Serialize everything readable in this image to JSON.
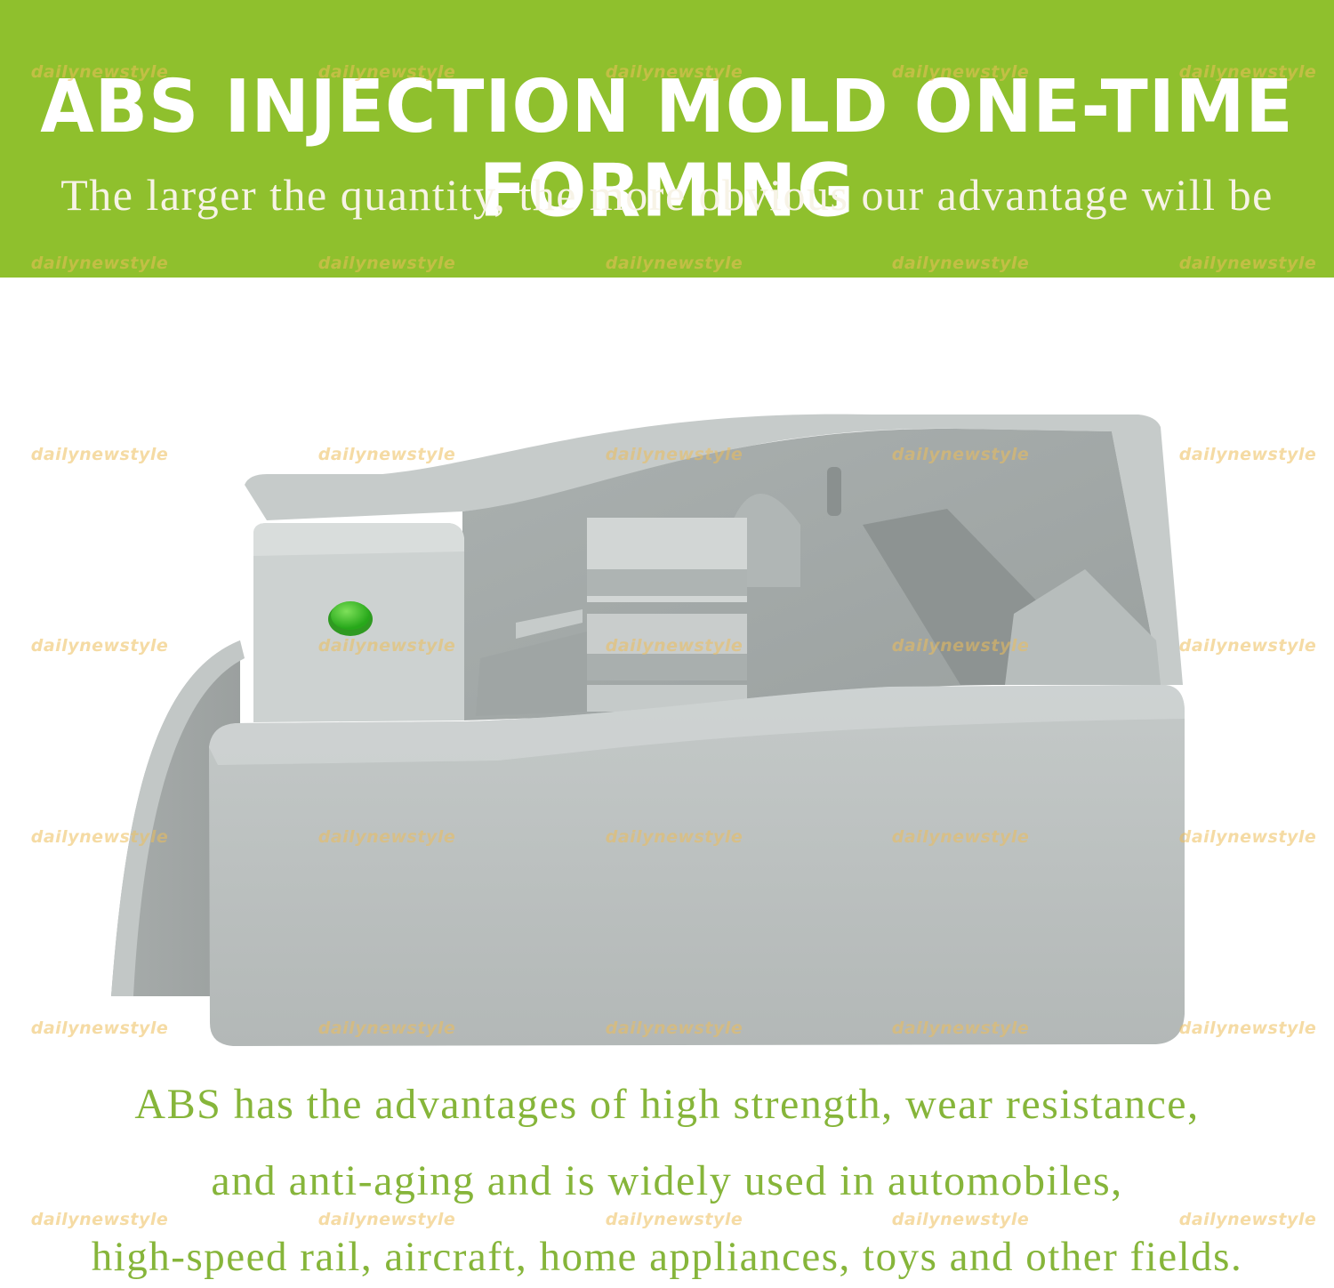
{
  "banner": {
    "title": "ABS INJECTION MOLD ONE-TIME FORMING",
    "subtitle": "The larger the quantity, the more obvious our advantage will be",
    "bg_color": "#8fc02d"
  },
  "body": {
    "lines": [
      "ABS has the advantages of high strength, wear resistance,",
      "and anti-aging and is widely used in automobiles,",
      "high-speed rail, aircraft, home appliances, toys and other fields."
    ],
    "text_color": "#86b53a"
  },
  "product": {
    "name": "product-image",
    "body_color": "#b9bfbe",
    "button_color": "#3fbf2a"
  },
  "watermark": {
    "text": "dailynewstyle"
  }
}
